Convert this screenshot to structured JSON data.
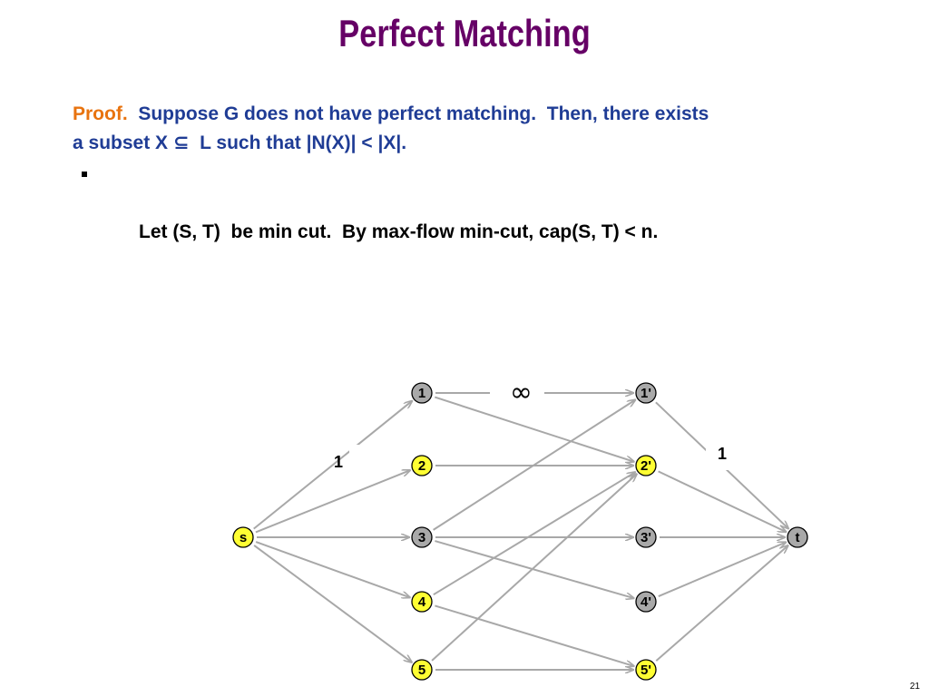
{
  "slide": {
    "title": "Perfect Matching",
    "proof_label": "Proof.",
    "proof_text_1": "  Suppose G does not have perfect matching.  Then, there exists",
    "proof_text_2": "a subset X ⊆  L such that |N(X)| < |X|.",
    "bullet_text": "Let (S, T)  be min cut.  By max-flow min-cut, cap(S, T) < n.",
    "page_number": "21"
  },
  "colors": {
    "title": "#660066",
    "proof_label": "#e8730f",
    "proof_text": "#1f3c95",
    "bullet_text": "#000000",
    "edge": "#a8a8a8",
    "node_highlight": "#ffff33",
    "node_default": "#a9a9a9"
  },
  "graph": {
    "nodes": [
      {
        "id": "s",
        "label": "s",
        "highlighted": true
      },
      {
        "id": "1",
        "label": "1",
        "highlighted": false
      },
      {
        "id": "2",
        "label": "2",
        "highlighted": true
      },
      {
        "id": "3",
        "label": "3",
        "highlighted": false
      },
      {
        "id": "4",
        "label": "4",
        "highlighted": true
      },
      {
        "id": "5",
        "label": "5",
        "highlighted": true
      },
      {
        "id": "1p",
        "label": "1'",
        "highlighted": false
      },
      {
        "id": "2p",
        "label": "2'",
        "highlighted": true
      },
      {
        "id": "3p",
        "label": "3'",
        "highlighted": false
      },
      {
        "id": "4p",
        "label": "4'",
        "highlighted": false
      },
      {
        "id": "5p",
        "label": "5'",
        "highlighted": true
      },
      {
        "id": "t",
        "label": "t",
        "highlighted": false
      }
    ],
    "edges": [
      {
        "from": "s",
        "to": "1"
      },
      {
        "from": "s",
        "to": "2"
      },
      {
        "from": "s",
        "to": "3"
      },
      {
        "from": "s",
        "to": "4"
      },
      {
        "from": "s",
        "to": "5"
      },
      {
        "from": "1",
        "to": "1p"
      },
      {
        "from": "1",
        "to": "2p"
      },
      {
        "from": "2",
        "to": "2p"
      },
      {
        "from": "3",
        "to": "1p"
      },
      {
        "from": "3",
        "to": "3p"
      },
      {
        "from": "3",
        "to": "4p"
      },
      {
        "from": "4",
        "to": "2p"
      },
      {
        "from": "4",
        "to": "5p"
      },
      {
        "from": "5",
        "to": "2p"
      },
      {
        "from": "5",
        "to": "5p"
      },
      {
        "from": "1p",
        "to": "t"
      },
      {
        "from": "2p",
        "to": "t"
      },
      {
        "from": "3p",
        "to": "t"
      },
      {
        "from": "4p",
        "to": "t"
      },
      {
        "from": "5p",
        "to": "t"
      }
    ],
    "edge_labels": {
      "source_capacity": "1",
      "middle_capacity": "∞",
      "sink_capacity": "1"
    }
  }
}
